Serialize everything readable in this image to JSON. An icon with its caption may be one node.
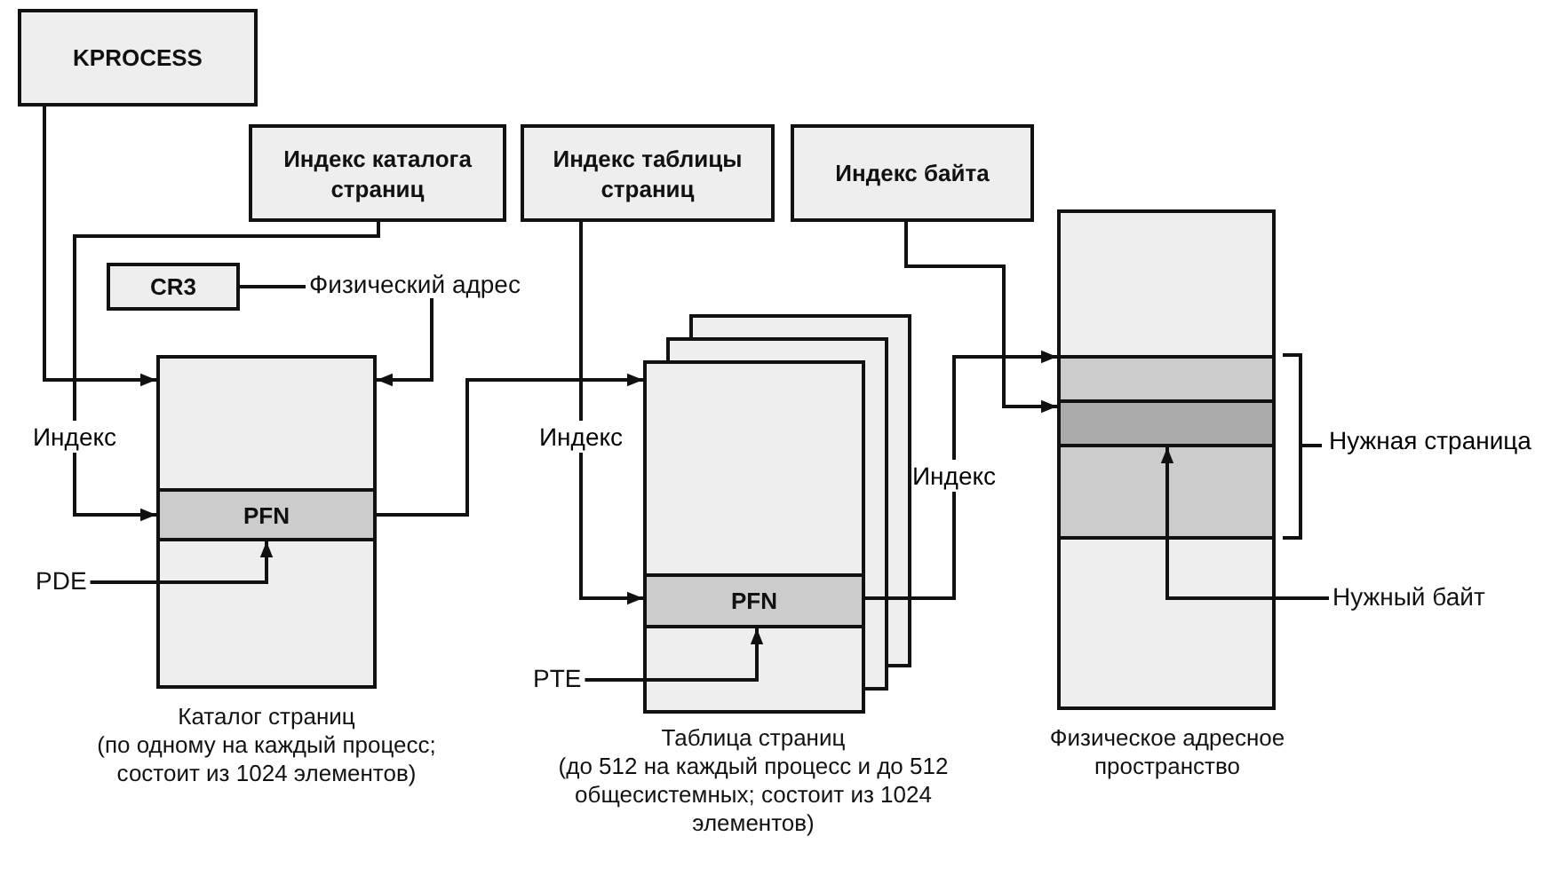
{
  "diagram": {
    "nodes": [
      {
        "text": [
          "KPROCESS"
        ]
      },
      {
        "text": [
          "Индекс каталога страниц"
        ]
      },
      {
        "text": [
          "Индекс таблицы страниц"
        ]
      },
      {
        "text": [
          "Индекс байта"
        ]
      },
      {
        "text": [
          "CR3"
        ]
      },
      {
        "text": [
          "Физический адрес"
        ]
      },
      {
        "text": [],
        "shape": "box",
        "beside": [
          "Каталог страниц",
          "(по одному на каждый процесс; состоит из 1024 элементов)"
        ]
      },
      {
        "text": [
          "PFN"
        ],
        "in": 6
      },
      {
        "text": [
          "PDE"
        ]
      },
      {
        "text": [],
        "shape": "box",
        "beside": [
          "Таблица страниц",
          "(до 512 на каждый процесс и до 512 общесистемных; состоит из 1024 элементов)"
        ]
      },
      {
        "text": [
          "PFN"
        ],
        "in": 9
      },
      {
        "text": [
          "PTE"
        ]
      },
      {
        "text": [],
        "shape": "box",
        "beside": [
          "Физическое адресное пространство"
        ]
      },
      {
        "text": [],
        "shape": "box",
        "in": 12
      },
      {
        "text": [],
        "shape": "box",
        "in": 13
      },
      {
        "text": [
          "Нужный байт"
        ]
      }
    ],
    "edges": [
      {
        "from": 0,
        "to": 6,
        "arrow": "to"
      },
      {
        "from": 1,
        "to": 7,
        "arrow": "to",
        "label": "Индекс"
      },
      {
        "from": 4,
        "to": 5,
        "arrow": "none"
      },
      {
        "from": 5,
        "to": 6,
        "arrow": "to"
      },
      {
        "from": 8,
        "to": 7,
        "arrow": "to"
      },
      {
        "from": 7,
        "to": 9,
        "arrow": "to"
      },
      {
        "from": 2,
        "to": 10,
        "arrow": "to",
        "label": "Индекс"
      },
      {
        "from": 11,
        "to": 10,
        "arrow": "to"
      },
      {
        "from": 10,
        "to": 13,
        "arrow": "to",
        "label": "Индекс"
      },
      {
        "from": 3,
        "to": 14,
        "arrow": "to"
      },
      {
        "from": 15,
        "to": 14,
        "arrow": "to"
      }
    ],
    "labels": [
      "Нужная страница"
    ]
  }
}
